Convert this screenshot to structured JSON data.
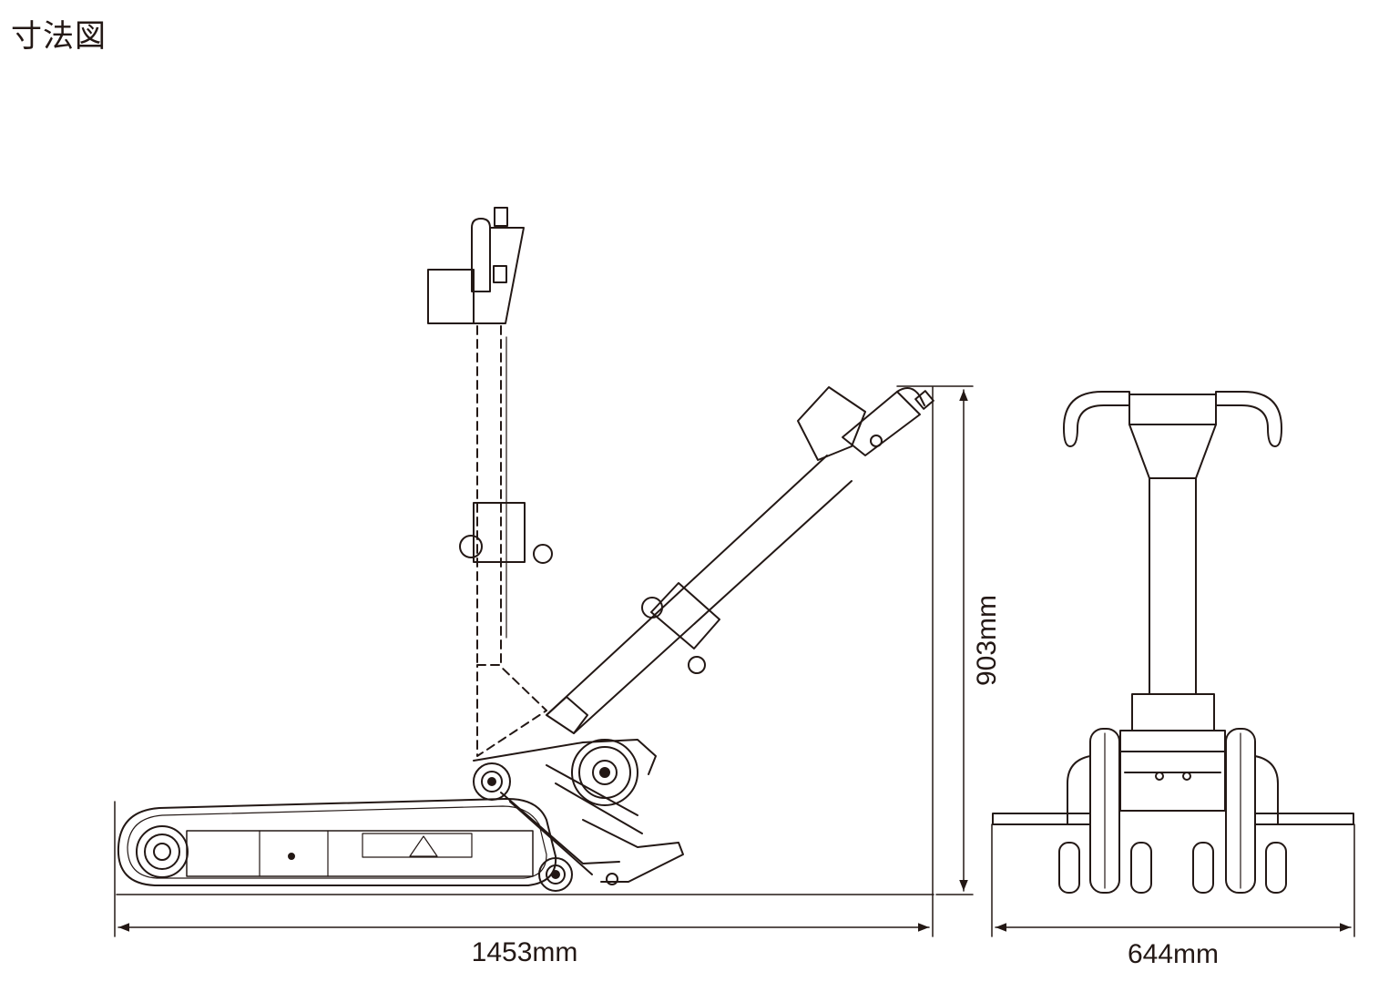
{
  "title": "寸法図",
  "dimensions": {
    "length": "1453mm",
    "height": "903mm",
    "width": "644mm"
  },
  "colors": {
    "line": "#231815",
    "background": "#ffffff"
  }
}
